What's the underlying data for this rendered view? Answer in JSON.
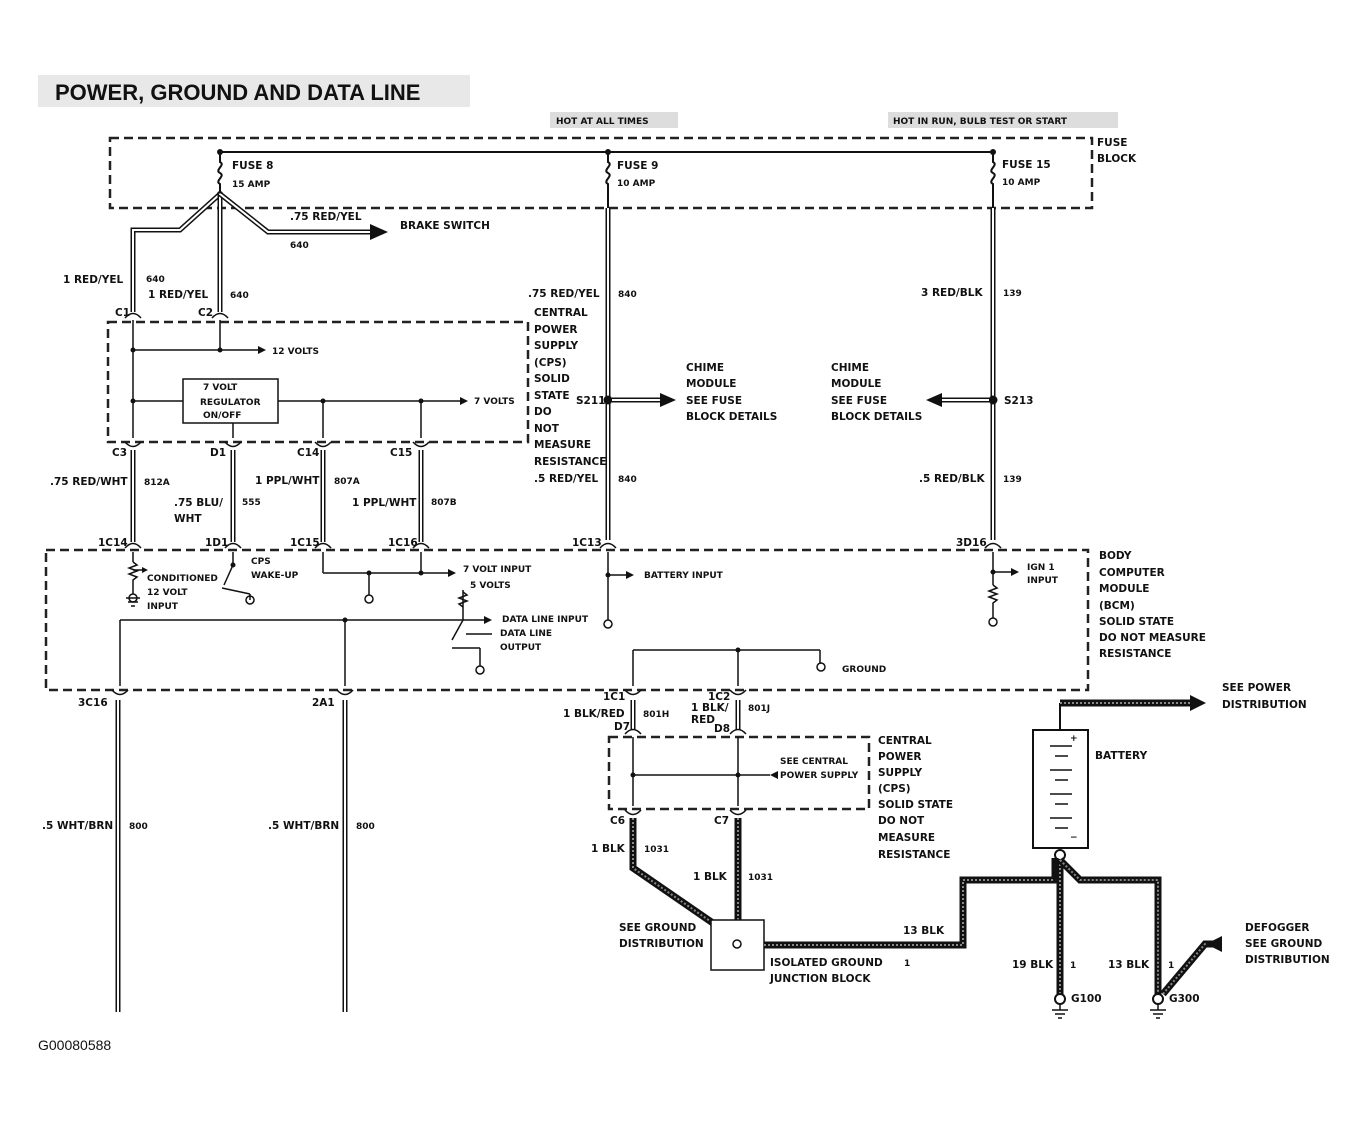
{
  "title": "POWER, GROUND AND DATA LINE",
  "image_code": "G00080588",
  "headers": {
    "hot_at_all_times": "HOT AT ALL TIMES",
    "hot_in_run": "HOT IN RUN, BULB TEST OR START"
  },
  "fuse_block": {
    "label_1": "FUSE",
    "label_2": "BLOCK",
    "fuse8": {
      "name": "FUSE 8",
      "rating": "15 AMP"
    },
    "fuse9": {
      "name": "FUSE 9",
      "rating": "10 AMP"
    },
    "fuse15": {
      "name": "FUSE 15",
      "rating": "10 AMP"
    }
  },
  "wires": {
    "brake_wire": ".75 RED/YEL",
    "brake_circuit": "640",
    "brake_dest": "BRAKE SWITCH",
    "c1_wire": "1 RED/YEL",
    "c1_circuit": "640",
    "c2_wire": "1 RED/YEL",
    "c2_circuit": "640",
    "f9_wire": ".75 RED/YEL",
    "f9_circuit": "840",
    "f15_wire": "3 RED/BLK",
    "f15_circuit": "139",
    "c3_wire": ".75 RED/WHT",
    "c3_circuit": "812A",
    "d1_wire_1": ".75 BLU/",
    "d1_wire_2": "WHT",
    "d1_circuit": "555",
    "c14_wire": "1 PPL/WHT",
    "c14_circuit": "807A",
    "c15_wire": "1 PPL/WHT",
    "c15_circuit": "807B",
    "s211_wire": ".5 RED/YEL",
    "s211_circuit": "840",
    "s213_wire": ".5 RED/BLK",
    "s213_circuit": "139",
    "data1_wire": ".5 WHT/BRN",
    "data1_circuit": "800",
    "data2_wire": ".5 WHT/BRN",
    "data2_circuit": "800",
    "g1_wire": "1 BLK/RED",
    "g1_circuit": "801H",
    "g2_wire_1": "1 BLK/",
    "g2_wire_2": "RED",
    "g2_circuit": "801J",
    "c6_wire": "1 BLK",
    "c6_circuit": "1031",
    "c7_wire": "1 BLK",
    "c7_circuit": "1031",
    "blk13_wire": "13 BLK",
    "blk13_circuit": "1",
    "blk19_wire": "19 BLK",
    "blk19_circuit": "1",
    "blk13b_wire": "13 BLK",
    "blk13b_circuit": "1"
  },
  "connectors": {
    "c1": "C1",
    "c2": "C2",
    "c3": "C3",
    "d1": "D1",
    "c14": "C14",
    "c15": "C15",
    "s211": "S211",
    "s213": "S213",
    "b1c14": "1C14",
    "b1d1": "1D1",
    "b1c15": "1C15",
    "b1c16": "1C16",
    "b1c13": "1C13",
    "b3d16": "3D16",
    "b3c16": "3C16",
    "b2a1": "2A1",
    "g1c1": "1C1",
    "g1c2": "1C2",
    "d7": "D7",
    "d8": "D8",
    "c6": "C6",
    "c7": "C7",
    "g100": "G100",
    "g300": "G300"
  },
  "cps_top": {
    "lines": [
      "CENTRAL",
      "POWER",
      "SUPPLY",
      "(CPS)",
      "SOLID",
      "STATE",
      "DO",
      "NOT",
      "MEASURE",
      "RESISTANCE"
    ],
    "twelve_volts": "12 VOLTS",
    "seven_volts": "7 VOLTS",
    "reg_1": "7 VOLT",
    "reg_2": "REGULATOR",
    "reg_3": "ON/OFF"
  },
  "chime1": {
    "lines": [
      "CHIME",
      "MODULE",
      "SEE FUSE",
      "BLOCK DETAILS"
    ]
  },
  "chime2": {
    "lines": [
      "CHIME",
      "MODULE",
      "SEE FUSE",
      "BLOCK DETAILS"
    ]
  },
  "bcm": {
    "lines": [
      "BODY",
      "COMPUTER",
      "MODULE",
      "(BCM)",
      "SOLID STATE",
      "DO NOT MEASURE",
      "RESISTANCE"
    ],
    "conditioned_1": "CONDITIONED",
    "conditioned_2": "12 VOLT",
    "conditioned_3": "INPUT",
    "cps_wake_1": "CPS",
    "cps_wake_2": "WAKE-UP",
    "seven_in": "7 VOLT INPUT",
    "five_v": "5 VOLTS",
    "data_in": "DATA LINE INPUT",
    "data_out_1": "DATA LINE",
    "data_out_2": "OUTPUT",
    "battery_input": "BATTERY INPUT",
    "ign_1": "IGN 1",
    "ign_2": "INPUT",
    "ground": "GROUND"
  },
  "cps_bottom": {
    "lines": [
      "CENTRAL",
      "POWER",
      "SUPPLY",
      "(CPS)",
      "SOLID STATE",
      "DO NOT",
      "MEASURE",
      "RESISTANCE"
    ],
    "see_1": "SEE CENTRAL",
    "see_2": "POWER SUPPLY"
  },
  "battery": {
    "label": "BATTERY",
    "see_power_1": "SEE POWER",
    "see_power_2": "DISTRIBUTION"
  },
  "ground_block": {
    "see_1": "SEE GROUND",
    "see_2": "DISTRIBUTION",
    "label_1": "ISOLATED GROUND",
    "label_2": "JUNCTION BLOCK"
  },
  "defogger": {
    "lines": [
      "DEFOGGER",
      "SEE GROUND",
      "DISTRIBUTION"
    ]
  }
}
